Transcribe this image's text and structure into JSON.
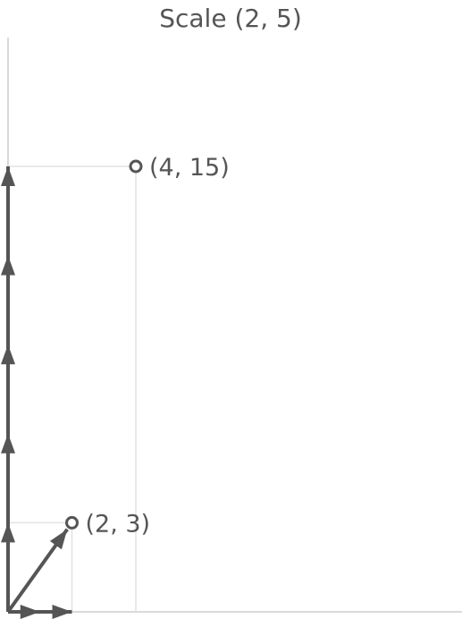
{
  "title": "Scale (2, 5)",
  "scale": {
    "sx": 2,
    "sy": 5
  },
  "basis_x": [
    1,
    0
  ],
  "basis_y": [
    0,
    1
  ],
  "original_point": {
    "x": 2,
    "y": 3,
    "label": "(2, 3)"
  },
  "scaled_point": {
    "x": 4,
    "y": 15,
    "label": "(4, 15)"
  },
  "colors": {
    "ink": "#555555",
    "axis": "#d9d9d9",
    "guide": "#e2e2e2"
  }
}
